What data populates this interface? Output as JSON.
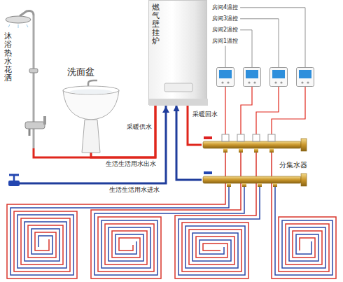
{
  "diagram": {
    "nodes": [
      {
        "text": [
          "燃气壁挂炉"
        ]
      },
      {
        "text": [
          "房间4温控"
        ]
      },
      {
        "text": [
          "房间3温控"
        ]
      },
      {
        "text": [
          "房间2温控"
        ]
      },
      {
        "text": [
          "房间1温控"
        ]
      },
      {
        "text": [
          "沐浴热水花洒"
        ]
      },
      {
        "text": [
          "洗面盆"
        ]
      },
      {
        "text": [
          "分集水器"
        ]
      }
    ],
    "edges": [
      {
        "from": 0,
        "to": 7,
        "arrow": "none"
      },
      {
        "from": 7,
        "to": 0,
        "arrow": "to"
      },
      {
        "from": 0,
        "to": 6,
        "arrow": "none"
      },
      {
        "from": 0,
        "to": 5,
        "arrow": "none"
      },
      {
        "from": 1,
        "to": 7,
        "arrow": "none"
      },
      {
        "from": 2,
        "to": 7,
        "arrow": "none"
      },
      {
        "from": 3,
        "to": 7,
        "arrow": "none"
      },
      {
        "from": 4,
        "to": 7,
        "arrow": "none"
      }
    ],
    "labels": [
      "采暖供水",
      "采暖回水",
      "生活生活用水出水",
      "生活生活用水进水"
    ]
  }
}
